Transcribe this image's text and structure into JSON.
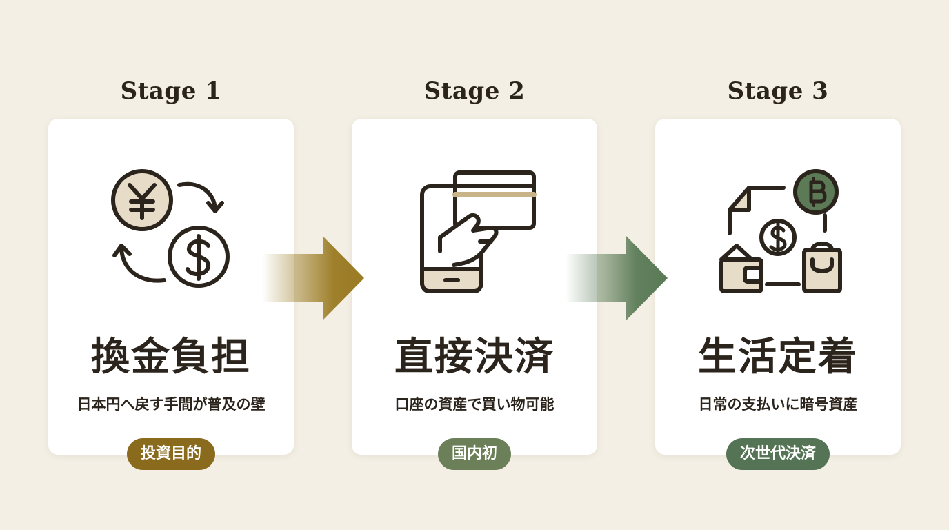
{
  "colors": {
    "background": "#f3efe4",
    "text": "#2b241c",
    "badge_1": "#8a6a1c",
    "badge_2": "#6b7f58",
    "badge_3": "#557455",
    "arrow_1": "#9a7a22",
    "arrow_2": "#5a7a56",
    "icon_fill": "#e6dcc7",
    "icon_fill_green": "#5d7a57"
  },
  "stages": [
    {
      "title": "Stage 1",
      "icon": "currency-exchange-icon",
      "heading": "換金負担",
      "description": "日本円へ戻す手間が普及の壁",
      "badge": "投資目的"
    },
    {
      "title": "Stage 2",
      "icon": "mobile-card-payment-icon",
      "heading": "直接決済",
      "description": "口座の資産で買い物可能",
      "badge": "国内初"
    },
    {
      "title": "Stage 3",
      "icon": "crypto-lifestyle-icon",
      "heading": "生活定着",
      "description": "日常の支払いに暗号資産",
      "badge": "次世代決済"
    }
  ]
}
